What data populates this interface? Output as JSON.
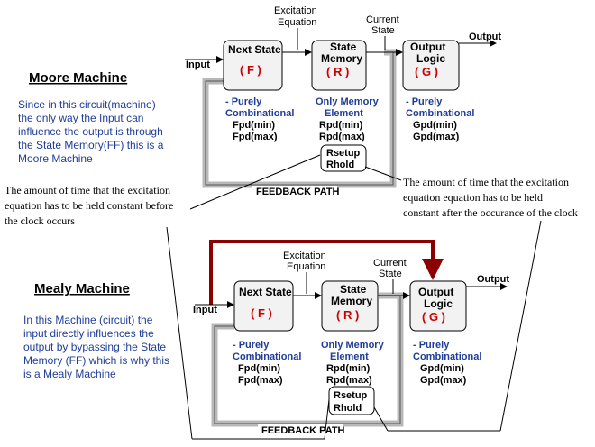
{
  "moore": {
    "title": "Moore Machine",
    "description": [
      "Since in this circuit(machine)",
      "the only way the Input can",
      "influence the output is through",
      "the State Memory(FF) this is a",
      "Moore Machine"
    ],
    "input_label": "Input",
    "output_label": "Output",
    "excitation_label": [
      "Excitation",
      "Equation"
    ],
    "current_state_label": [
      "Current",
      "State"
    ],
    "next_state": {
      "title": "Next State",
      "letter": "( F )"
    },
    "state_memory": {
      "title": [
        "State",
        "Memory"
      ],
      "letter": "( R )"
    },
    "output_logic": {
      "title": [
        "Output",
        "Logic"
      ],
      "letter": "( G )"
    },
    "f_notes": {
      "type": [
        "- Purely",
        "Combinational"
      ],
      "values": [
        "Fpd(min)",
        "Fpd(max)"
      ]
    },
    "r_notes": {
      "type": [
        "Only Memory",
        "Element"
      ],
      "values": [
        "Rpd(min)",
        "Rpd(max)"
      ]
    },
    "g_notes": {
      "type": [
        "- Purely",
        "Combinational"
      ],
      "values": [
        "Gpd(min)",
        "Gpd(max)"
      ]
    },
    "setup_hold": [
      "Rsetup",
      "Rhold"
    ],
    "feedback_label": "FEEDBACK PATH"
  },
  "mealy": {
    "title": "Mealy Machine",
    "description": [
      "In this Machine (circuit) the",
      "input directly influences the",
      "output by bypassing the State",
      "Memory (FF) which is why this",
      "is a Mealy Machine"
    ],
    "input_label": "Input",
    "output_label": "Output",
    "excitation_label": [
      "Excitation",
      "Equation"
    ],
    "current_state_label": [
      "Current",
      "State"
    ],
    "next_state": {
      "title": "Next State",
      "letter": "( F )"
    },
    "state_memory": {
      "title": [
        "State",
        "Memory"
      ],
      "letter": "( R )"
    },
    "output_logic": {
      "title": [
        "Output",
        "Logic"
      ],
      "letter": "( G )"
    },
    "f_notes": {
      "type": [
        "- Purely",
        "Combinational"
      ],
      "values": [
        "Fpd(min)",
        "Fpd(max)"
      ]
    },
    "r_notes": {
      "type": [
        "Only Memory",
        "Element"
      ],
      "values": [
        "Rpd(min)",
        "Rpd(max)"
      ]
    },
    "g_notes": {
      "type": [
        "- Purely",
        "Combinational"
      ],
      "values": [
        "Gpd(min)",
        "Gpd(max)"
      ]
    },
    "setup_hold": [
      "Rsetup",
      "Rhold"
    ],
    "feedback_label": "FEEDBACK PATH"
  },
  "setup_note": [
    "The amount of time that the excitation",
    "equation has to be held constant before",
    "the clock occurs"
  ],
  "hold_note": [
    "The amount of time that the excitation",
    "equation equation has to be held",
    "constant after the occurance of the clock"
  ],
  "colors": {
    "mealy_bypass": "#8b0000",
    "box_fill": "#f2f2f2",
    "feedback": "#b8b8b8",
    "letters": "#cc0000",
    "notes": "#1f3d99"
  }
}
